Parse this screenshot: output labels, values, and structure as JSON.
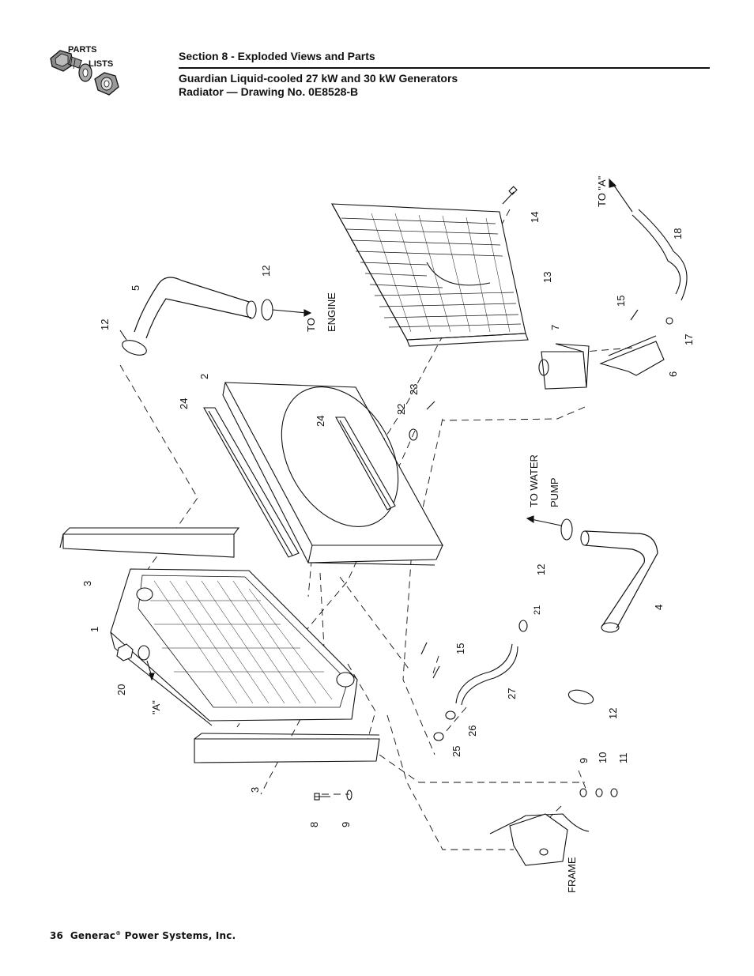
{
  "header": {
    "logo_top": "PARTS",
    "logo_bottom": "LISTS",
    "section": "Section 8 - Exploded Views and Parts",
    "title_line1": "Guardian Liquid-cooled 27 kW and 30 kW Generators",
    "title_line2": "Radiator — Drawing No. 0E8528-B"
  },
  "callouts": {
    "to_engine_a": "TO",
    "to_engine_b": "ENGINE",
    "to_water_pump_a": "TO WATER",
    "to_water_pump_b": "PUMP",
    "to_a": "TO \"A\"",
    "frame": "FRAME",
    "a_ref": "\"A\"",
    "n1": "1",
    "n2": "2",
    "n3a": "3",
    "n3b": "3",
    "n4": "4",
    "n5": "5",
    "n6": "6",
    "n7": "7",
    "n8": "8",
    "n9a": "9",
    "n9b": "9",
    "n10": "10",
    "n11": "11",
    "n12a": "12",
    "n12b": "12",
    "n12c": "12",
    "n12d": "12",
    "n13": "13",
    "n14": "14",
    "n15a": "15",
    "n15b": "15",
    "n17": "17",
    "n18": "18",
    "n20": "20",
    "n21": "21",
    "n22": "22",
    "n23": "23",
    "n24a": "24",
    "n24b": "24",
    "n25": "25",
    "n26": "26",
    "n27": "27"
  },
  "footer": {
    "page_number": "36",
    "company": "Generac",
    "reg_mark": "®",
    "company_rest": "Power Systems, Inc."
  }
}
